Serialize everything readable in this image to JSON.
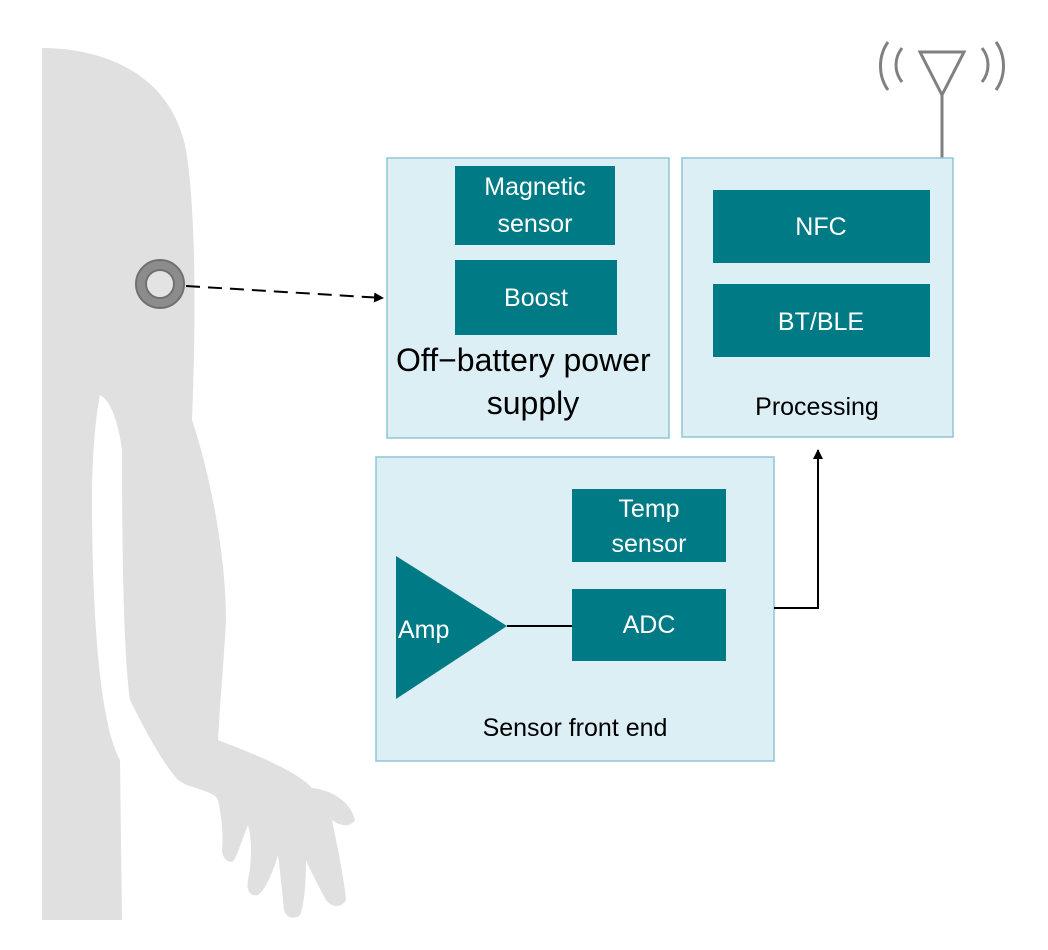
{
  "colors": {
    "silhouette": "#e0e0e0",
    "panel_fill": "#dbeff5",
    "panel_border": "#8ec6d6",
    "block_fill": "#007a85",
    "block_text": "#ffffff",
    "antenna": "#808080"
  },
  "icons": {
    "arm": "human-arm-silhouette",
    "sensor": "ring-sensor-patch",
    "antenna": "antenna-with-signal-waves"
  },
  "power_panel": {
    "label_line1": "Off−battery power",
    "label_line2": "supply",
    "magnetic_line1": "Magnetic",
    "magnetic_line2": "sensor",
    "boost": "Boost"
  },
  "processing_panel": {
    "label": "Processing",
    "nfc": "NFC",
    "bt": "BT/BLE"
  },
  "frontend_panel": {
    "label": "Sensor front end",
    "temp_line1": "Temp",
    "temp_line2": "sensor",
    "adc": "ADC",
    "amp": "Amp"
  }
}
